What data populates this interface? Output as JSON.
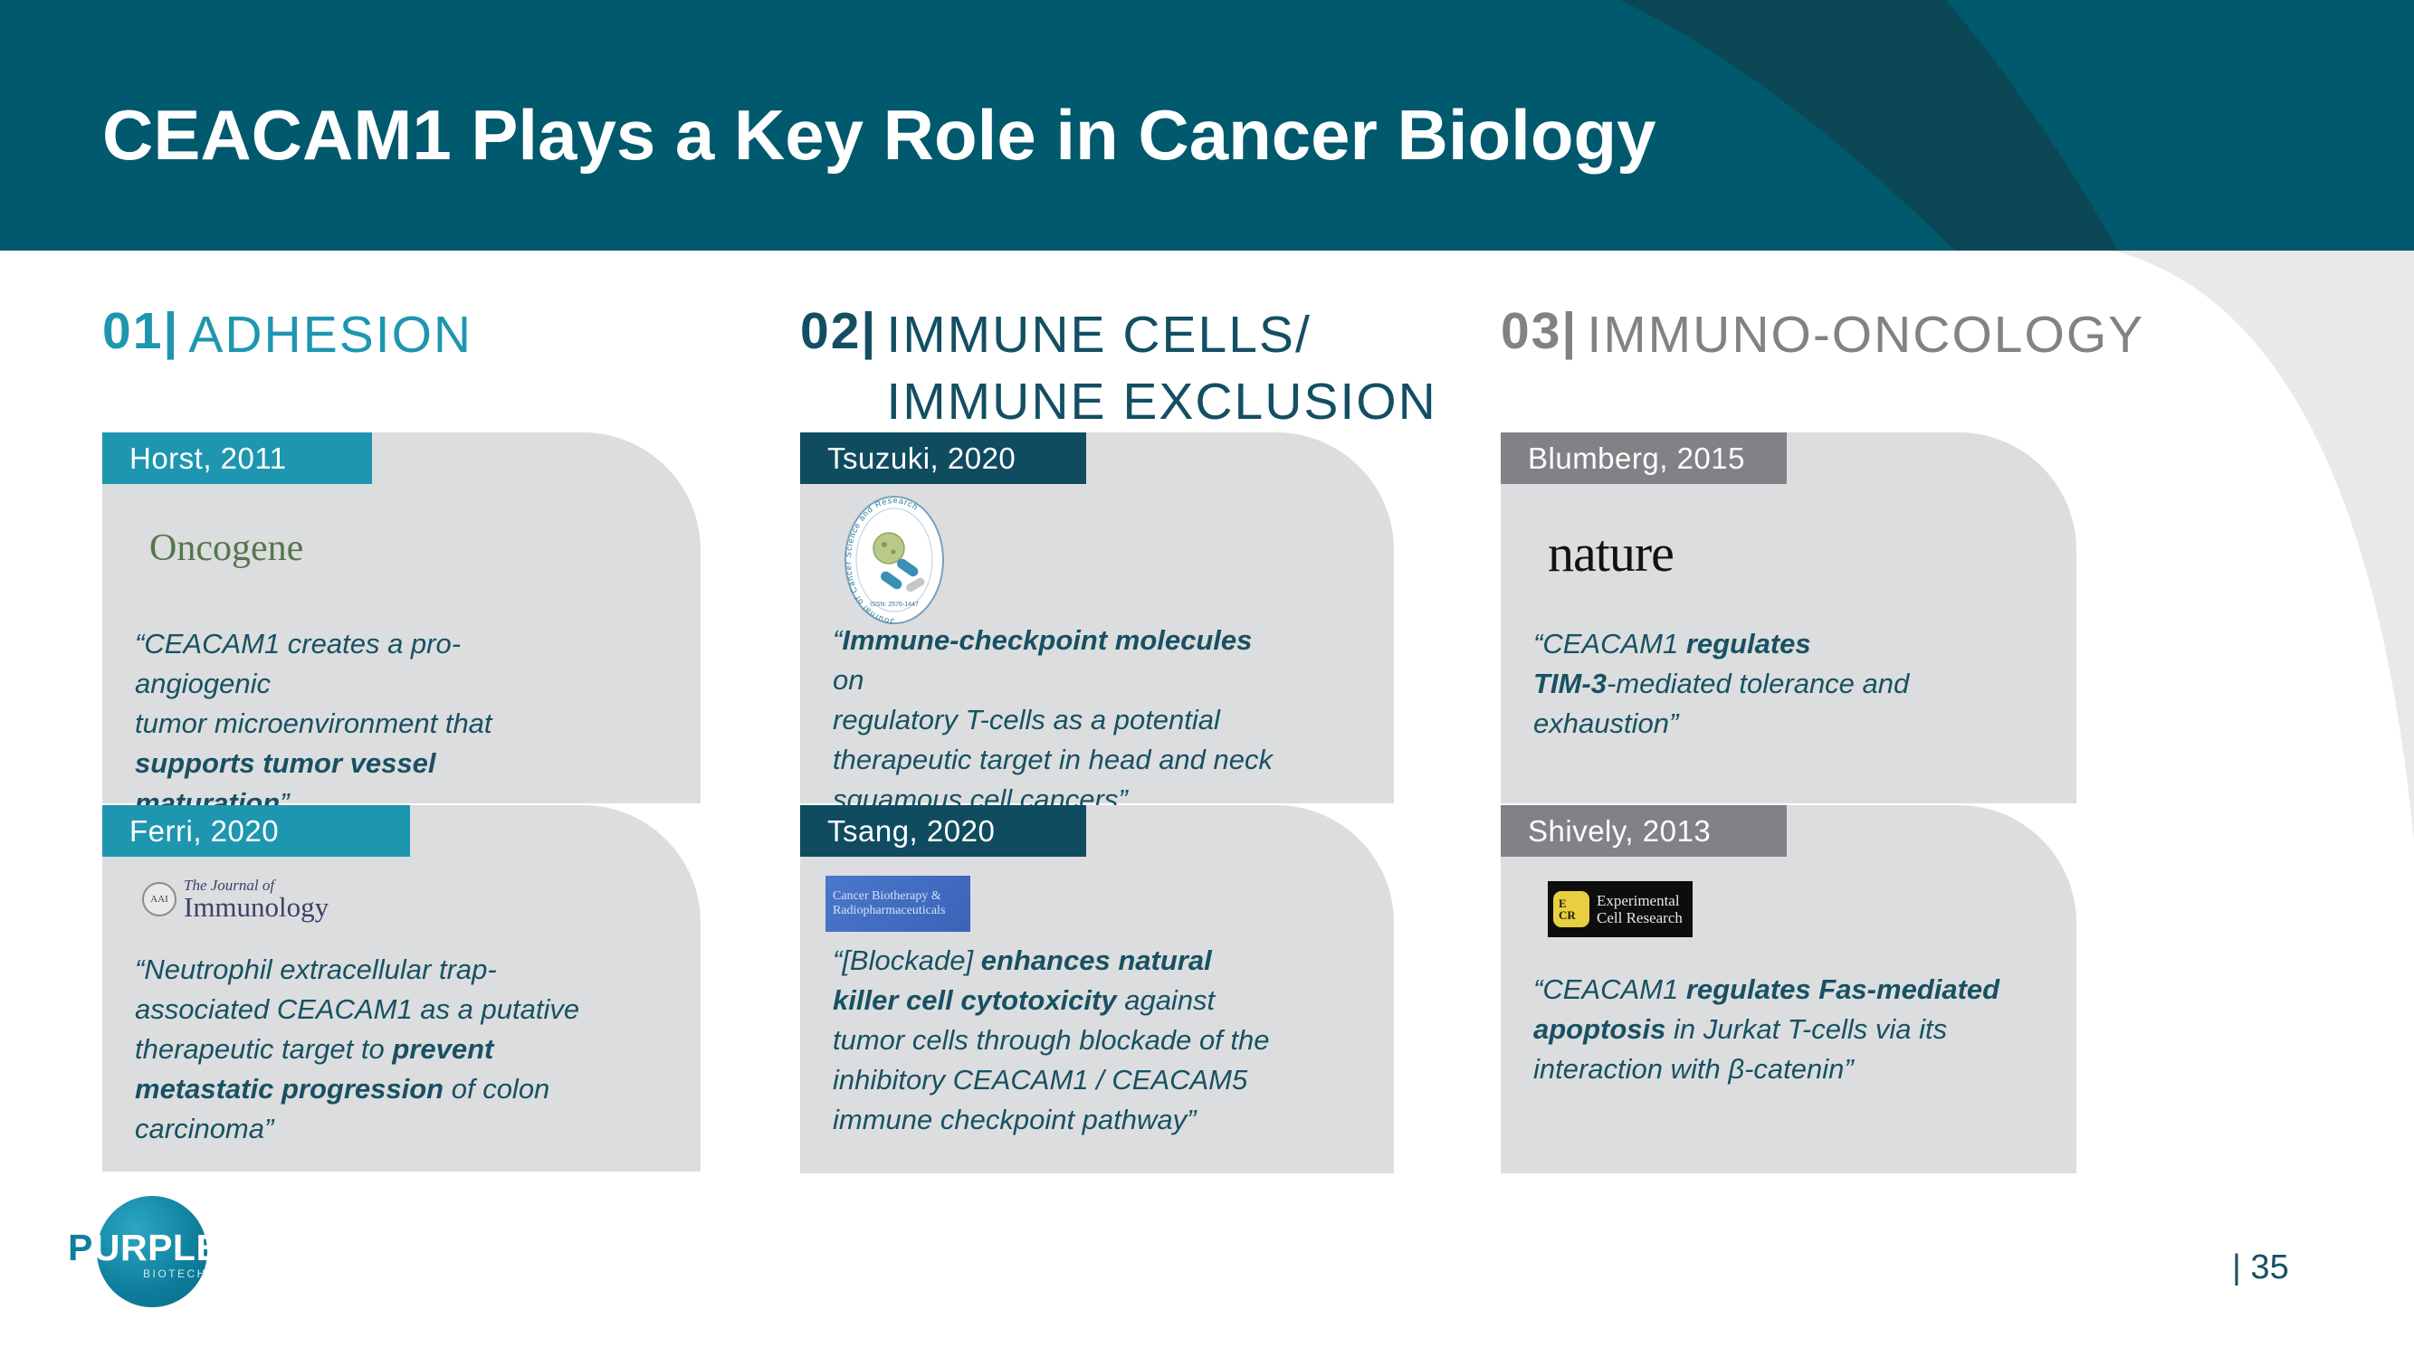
{
  "slide": {
    "title": "CEACAM1 Plays a Key Role in Cancer Biology",
    "page_number": "| 35",
    "footer_logo": {
      "word": "PURPLE",
      "word_first_letter": "P",
      "word_rest": "URPLE",
      "sub": "BIOTECH"
    }
  },
  "colors": {
    "header_teal": "#01596E",
    "header_ribbon_dark": "#0B4754",
    "body_corner_gray": "#E8E9EA",
    "card_gray": "#DCDDDE",
    "accent_col1": "#1E96B0",
    "accent_col2": "#0F4C5F",
    "accent_col3": "#808285",
    "quote_text": "#175163"
  },
  "columns": [
    {
      "num": "01|",
      "label": "ADHESION",
      "accent": "#1E96B0",
      "heading_color": "#1E96B0",
      "cards": [
        {
          "tab": "Horst, 2011",
          "journal": {
            "name": "Oncogene",
            "text": "Oncogene"
          },
          "quote": [
            {
              "t": "“CEACAM1 creates a pro-angiogenic\ntumor microenvironment that\n",
              "b": false
            },
            {
              "t": "supports tumor vessel maturation",
              "b": true
            },
            {
              "t": "”",
              "b": false
            }
          ]
        },
        {
          "tab": "Ferri, 2020",
          "journal": {
            "name": "The Journal of Immunology",
            "seal": "AAI",
            "line1": "The Journal of",
            "line2": "Immunology"
          },
          "quote": [
            {
              "t": "“Neutrophil extracellular trap-\nassociated CEACAM1 as a putative\ntherapeutic target to ",
              "b": false
            },
            {
              "t": "prevent\nmetastatic progression",
              "b": true
            },
            {
              "t": " of colon\ncarcinoma”",
              "b": false
            }
          ]
        }
      ]
    },
    {
      "num": "02|",
      "label": "IMMUNE CELLS/\nIMMUNE EXCLUSION",
      "accent": "#0F4C5F",
      "heading_color": "#134F63",
      "cards": [
        {
          "tab": "Tsuzuki, 2020",
          "journal": {
            "name": "Journal of Cancer Science and Research",
            "ring_text": "Journal of Cancer Science and Research",
            "issn": "ISSN: 2576-1447"
          },
          "quote": [
            {
              "t": "“",
              "b": false
            },
            {
              "t": "Immune-checkpoint molecules",
              "b": true
            },
            {
              "t": " on\nregulatory T-cells as a potential\ntherapeutic target in head and neck\nsquamous cell cancers”",
              "b": false
            }
          ]
        },
        {
          "tab": "Tsang, 2020",
          "journal": {
            "name": "Cancer Biotherapy & Radiopharmaceuticals",
            "line1": "Cancer Biotherapy &",
            "line2": "Radiopharmaceuticals"
          },
          "quote": [
            {
              "t": "“[Blockade] ",
              "b": false
            },
            {
              "t": "enhances natural\nkiller cell cytotoxicity",
              "b": true
            },
            {
              "t": " against\ntumor cells through blockade of the\ninhibitory CEACAM1 / CEACAM5\nimmune checkpoint pathway”",
              "b": false
            }
          ]
        }
      ]
    },
    {
      "num": "03|",
      "label": "IMMUNO-ONCOLOGY",
      "accent": "#808285",
      "heading_color": "#808285",
      "cards": [
        {
          "tab": "Blumberg, 2015",
          "journal": {
            "name": "nature",
            "text": "nature"
          },
          "quote": [
            {
              "t": "“CEACAM1 ",
              "b": false
            },
            {
              "t": "regulates\nTIM-3",
              "b": true
            },
            {
              "t": "-mediated tolerance and\nexhaustion”",
              "b": false
            }
          ]
        },
        {
          "tab": "Shively, 2013",
          "journal": {
            "name": "Experimental Cell Research",
            "icon_top": "E",
            "icon_bottom": "CR",
            "line1": "Experimental",
            "line2": "Cell Research"
          },
          "quote": [
            {
              "t": "“CEACAM1 ",
              "b": false
            },
            {
              "t": "regulates Fas-mediated\napoptosis",
              "b": true
            },
            {
              "t": " in Jurkat T-cells via its\ninteraction with β-catenin”",
              "b": false
            }
          ]
        }
      ]
    }
  ]
}
